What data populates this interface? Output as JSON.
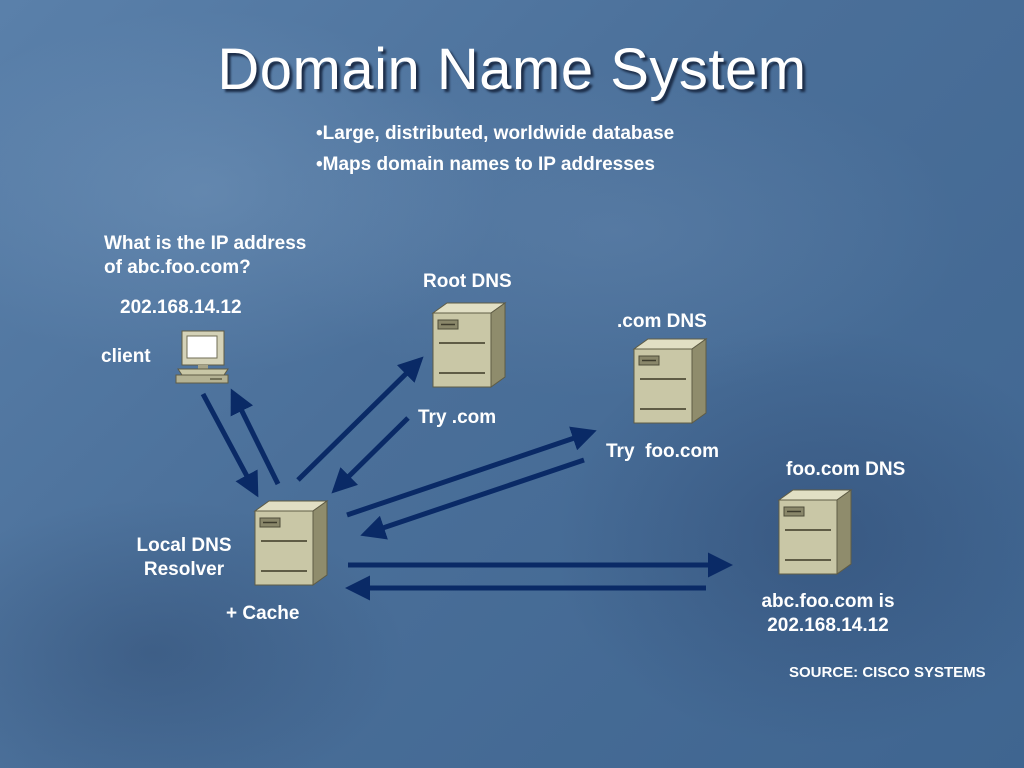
{
  "title": "Domain Name System",
  "bullets": [
    "Large, distributed, worldwide database",
    "Maps domain names to IP addresses"
  ],
  "question": {
    "line1": "What is the IP address",
    "line2": "of abc.foo.com?"
  },
  "client": {
    "ip": "202.168.14.12",
    "label": "client",
    "icon": "computer-icon"
  },
  "root_dns": {
    "label": "Root DNS",
    "reply": "Try .com",
    "icon": "server-icon"
  },
  "com_dns": {
    "label": ".com DNS",
    "reply": "Try  foo.com",
    "icon": "server-icon"
  },
  "foo_dns": {
    "label": "foo.com DNS",
    "reply_line1": "abc.foo.com is",
    "reply_line2": "202.168.14.12",
    "icon": "server-icon"
  },
  "local_resolver": {
    "line1": "Local DNS",
    "line2": "Resolver",
    "cache": "+ Cache",
    "icon": "server-icon"
  },
  "source": "SOURCE: CISCO SYSTEMS",
  "colors": {
    "background": "#4a6f99",
    "arrow": "#0a2a66",
    "server_front": "#c9c7a6",
    "server_side": "#8f8c6c"
  }
}
